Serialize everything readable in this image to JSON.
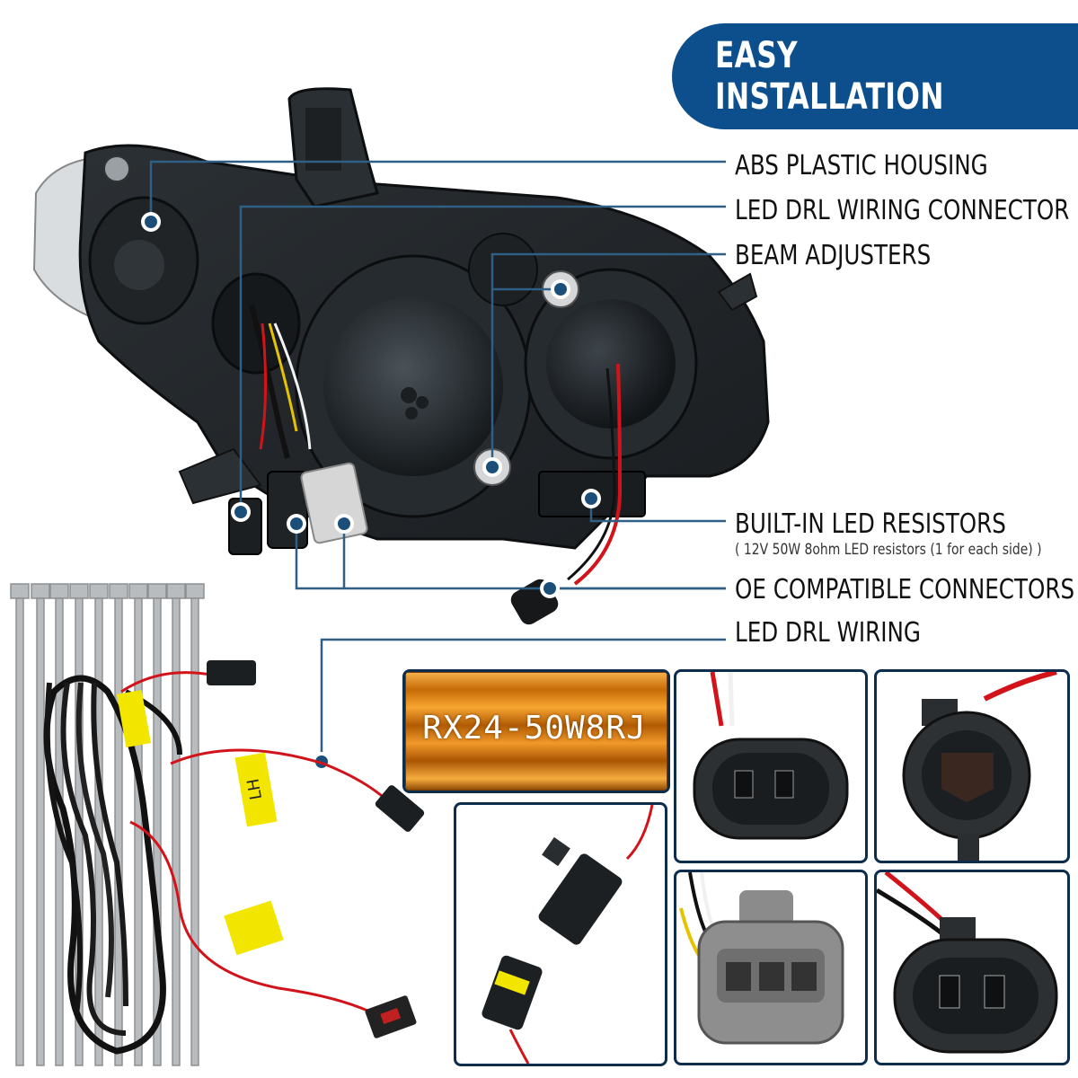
{
  "banner": {
    "title": "EASY INSTALLATION"
  },
  "callouts": {
    "housing": "ABS PLASTIC HOUSING",
    "drl_connector": "LED DRL WIRING CONNECTOR",
    "beam_adjusters": "BEAM ADJUSTERS",
    "resistors": "BUILT-IN LED RESISTORS",
    "resistors_note": "( 12V 50W 8ohm LED resistors (1 for each side) )",
    "oe_connectors": "OE COMPATIBLE CONNECTORS",
    "drl_wiring": "LED DRL WIRING"
  },
  "resistor_photo": {
    "marking": "RX24-50W8RJ"
  },
  "harness": {
    "tag_left": "LH"
  },
  "colors": {
    "accent": "#0d4e8c",
    "callout_line": "#2f5f85",
    "frame": "#0d2d4f",
    "resistor": "#e88a10"
  }
}
